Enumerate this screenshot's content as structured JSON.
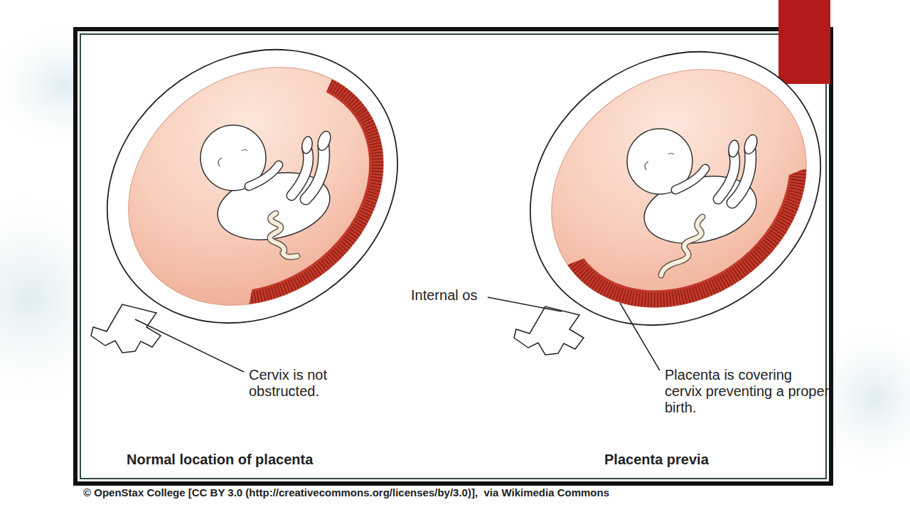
{
  "diagram": {
    "labels": [
      "Cervix is not obstructed.",
      "Normal location of placenta",
      "Internal os",
      "Placenta is covering cervix preventing a proper birth.",
      "Placenta previa",
      "© OpenStax College [CC BY 3.0 (http://creativecommons.org/licenses/by/3.0)],  via Wikimedia Commons"
    ]
  }
}
